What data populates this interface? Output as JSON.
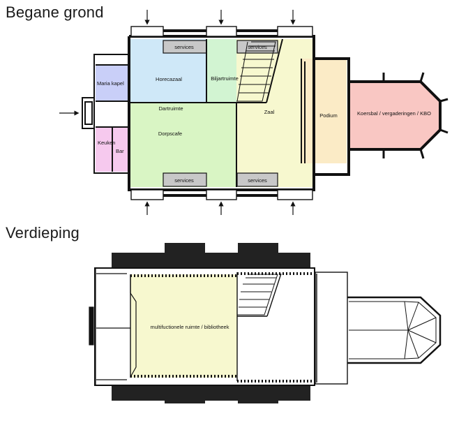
{
  "headings": {
    "ground_floor": "Begane grond",
    "upper_floor": "Verdieping"
  },
  "rooms": {
    "services_top_left": "services",
    "services_top_right": "services",
    "services_bottom_left": "services",
    "services_bottom_right": "services",
    "horecazaal": "Horecazaal",
    "biljartruimte": "Biljartruimte",
    "maria_kapel": "Maria kapel",
    "dartruimte": "Dartruimte",
    "dorpscafe": "Dorpscafe",
    "keuken": "Keuken",
    "bar": "Bar",
    "zaal": "Zaal",
    "podium": "Podium",
    "koersbal": "Koersbal / vergaderingen / KBO",
    "multifunctionele": "multifuctionele ruimte / bibliotheek"
  },
  "colors": {
    "horecazaal": "#cfe8f8",
    "biljartruimte": "#d2f4d2",
    "maria_kapel": "#c9cff8",
    "dartruimte": "#d9f5c4",
    "keuken": "#f6c9ee",
    "zaal": "#f7f8cf",
    "podium": "#fbebc6",
    "koersbal": "#f9c7c3",
    "services": "#c8c8c8",
    "multifunctionele": "#f7f8cf",
    "wall": "#111111"
  }
}
